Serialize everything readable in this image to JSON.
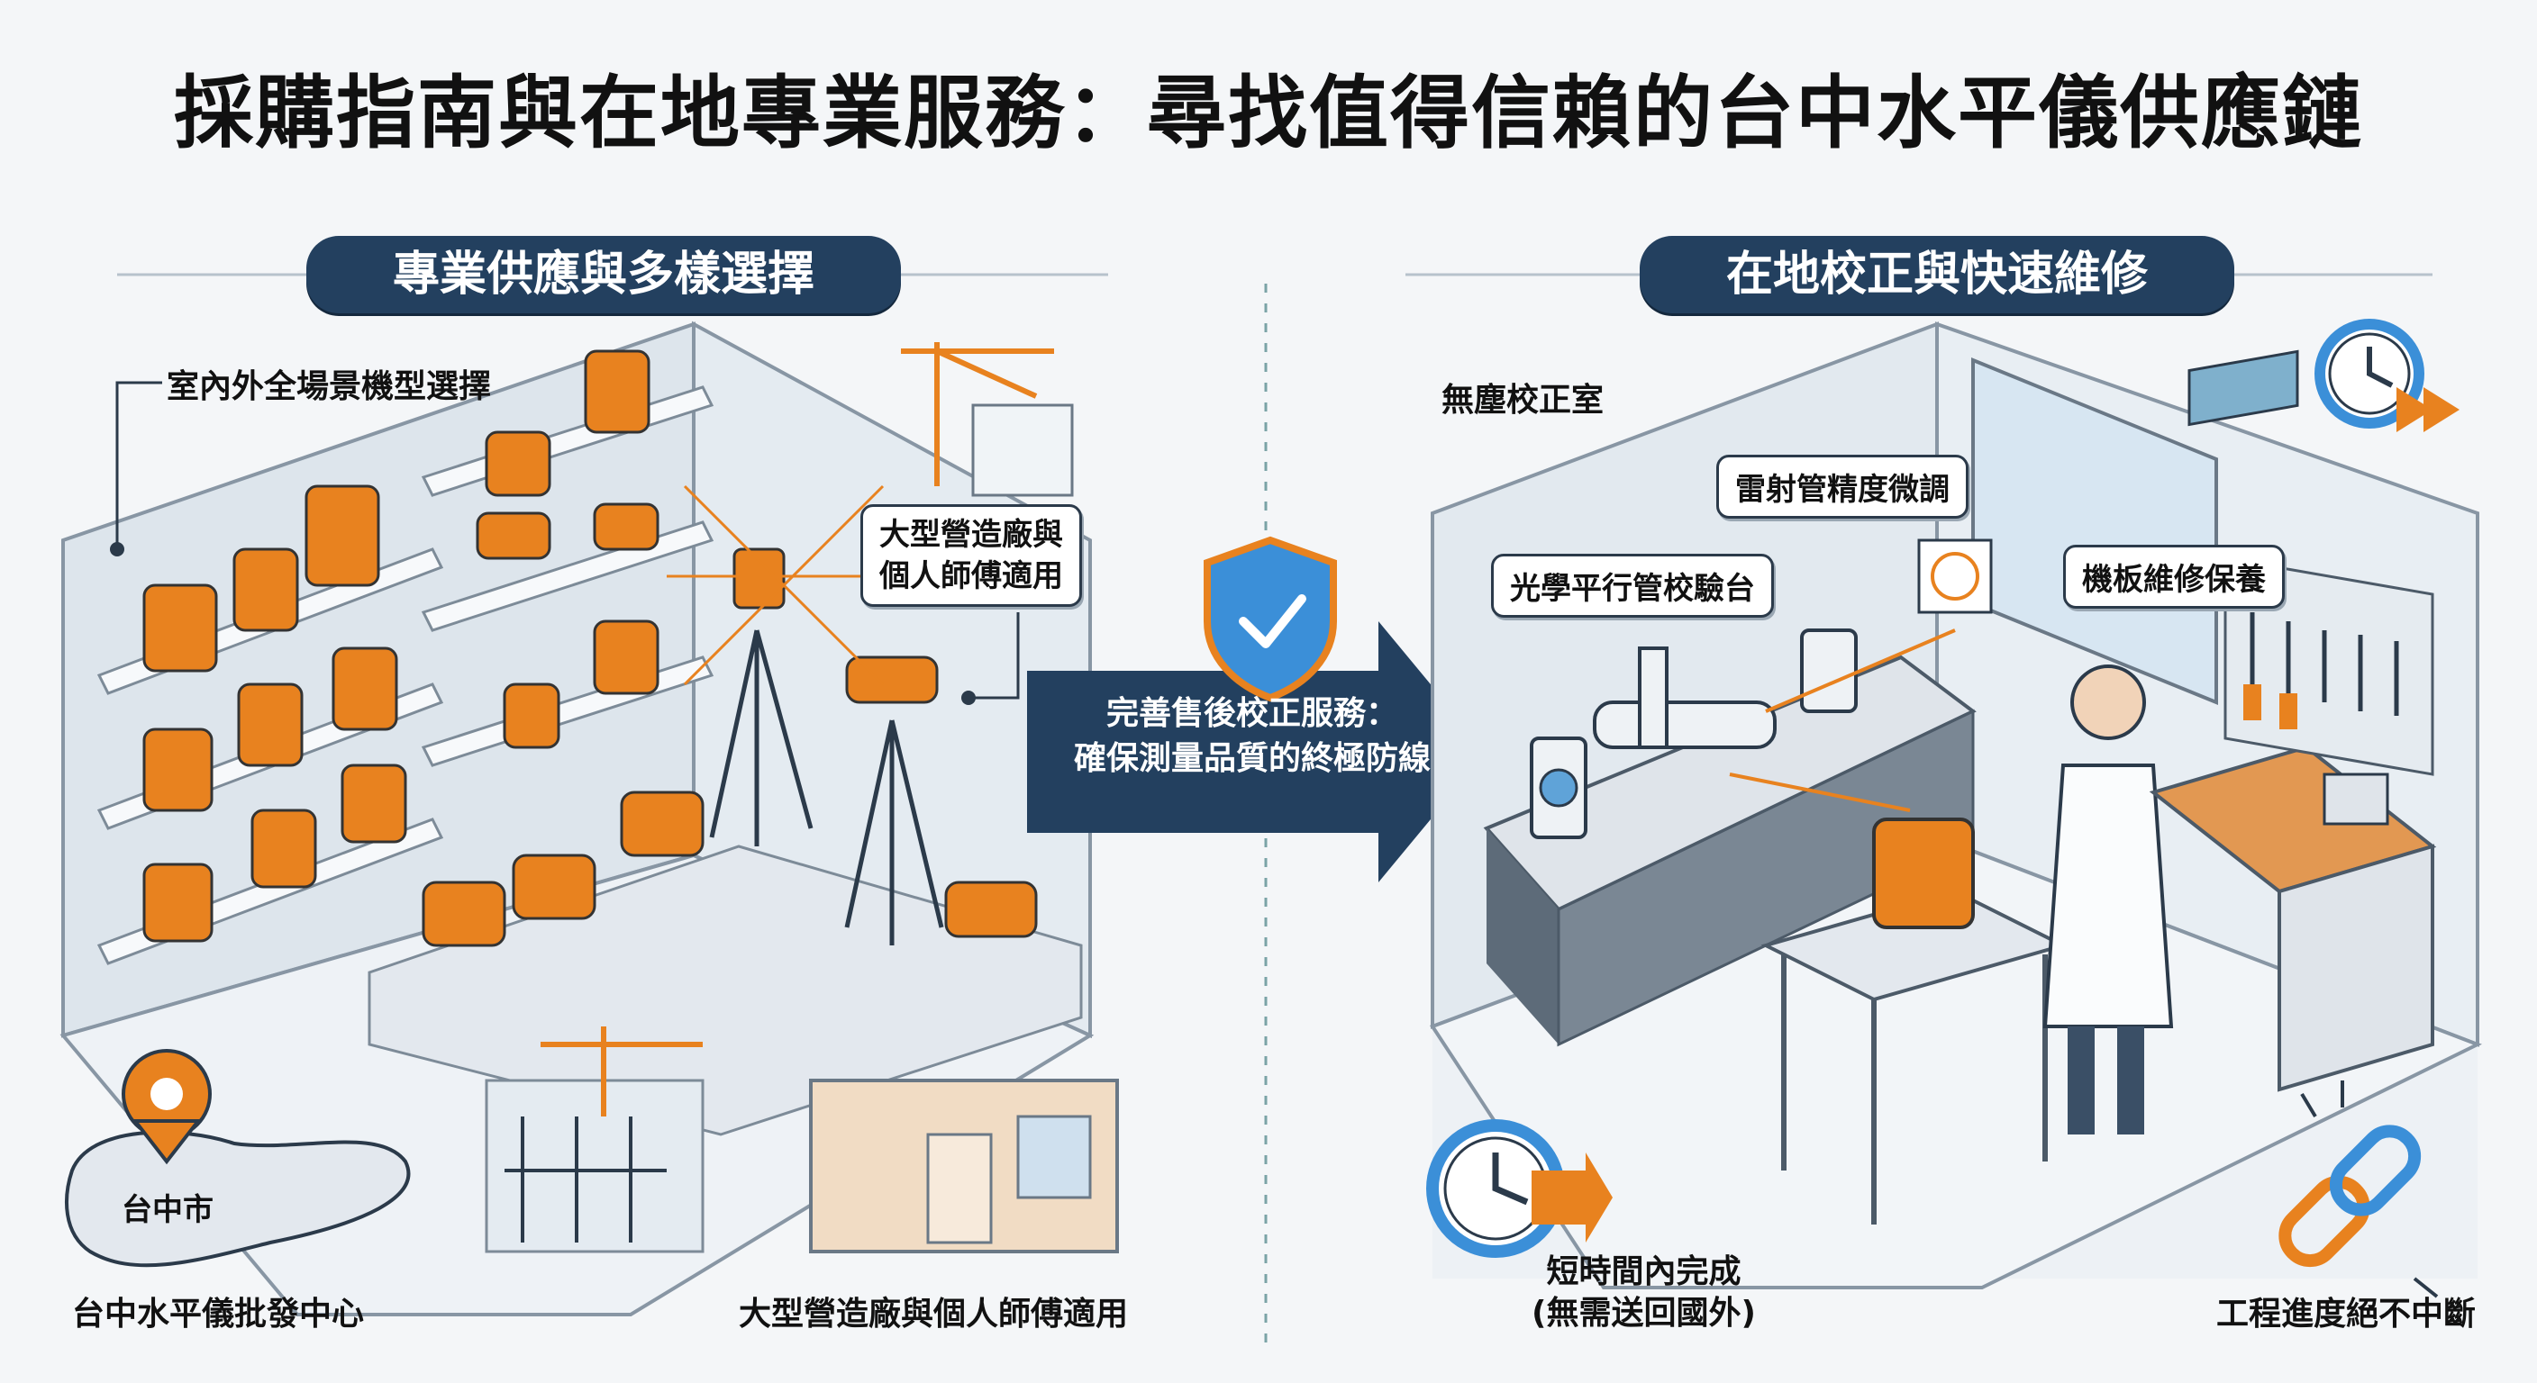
{
  "title": "採購指南與在地專業服務：尋找值得信賴的台中水平儀供應鏈",
  "left": {
    "heading": "專業供應與多樣選擇",
    "label_models": "室內外全場景機型選擇",
    "label_users_box": "大型營造廠與\n個人師傅適用",
    "map_city": "台中市",
    "label_center": "台中水平儀批發中心",
    "label_bottom": "大型營造廠與個人師傅適用"
  },
  "center": {
    "banner": "完善售後校正服務：\n確保測量品質的終極防線"
  },
  "right": {
    "heading": "在地校正與快速維修",
    "label_room": "無塵校正室",
    "label_laser": "雷射管精度微調",
    "label_optical": "光學平行管校驗台",
    "label_board": "機板維修保養",
    "label_fast": "短時間內完成\n(無需送回國外)",
    "label_progress": "工程進度絕不中斷"
  },
  "colors": {
    "navy": "#23405f",
    "orange": "#e8821f",
    "shield": "#3b8fd8"
  }
}
